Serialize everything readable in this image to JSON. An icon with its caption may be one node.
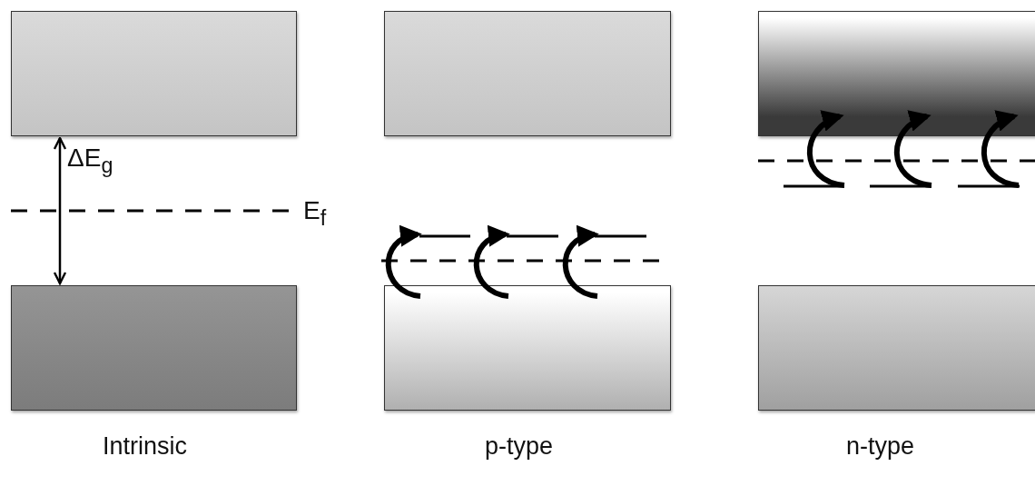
{
  "diagram": {
    "nodes": [
      {
        "text": [],
        "shape": "box"
      },
      {
        "text": [],
        "shape": "box"
      },
      {
        "text": [],
        "shape": "box"
      },
      {
        "text": [],
        "shape": "box"
      },
      {
        "text": [],
        "shape": "box"
      },
      {
        "text": [],
        "shape": "box"
      }
    ],
    "edges": [
      {
        "from": 0,
        "to": 1,
        "arrow": "both"
      },
      {
        "from": 3,
        "to": null,
        "arrow": "to"
      },
      {
        "from": 3,
        "to": null,
        "arrow": "to"
      },
      {
        "from": 3,
        "to": null,
        "arrow": "to"
      },
      {
        "from": null,
        "to": 4,
        "arrow": "to"
      },
      {
        "from": null,
        "to": 4,
        "arrow": "to"
      },
      {
        "from": null,
        "to": 4,
        "arrow": "to"
      }
    ],
    "labels": [
      "ΔE$_{g}$",
      "E$_{f}$",
      "Intrinsic",
      "p-type",
      "n-type"
    ]
  }
}
